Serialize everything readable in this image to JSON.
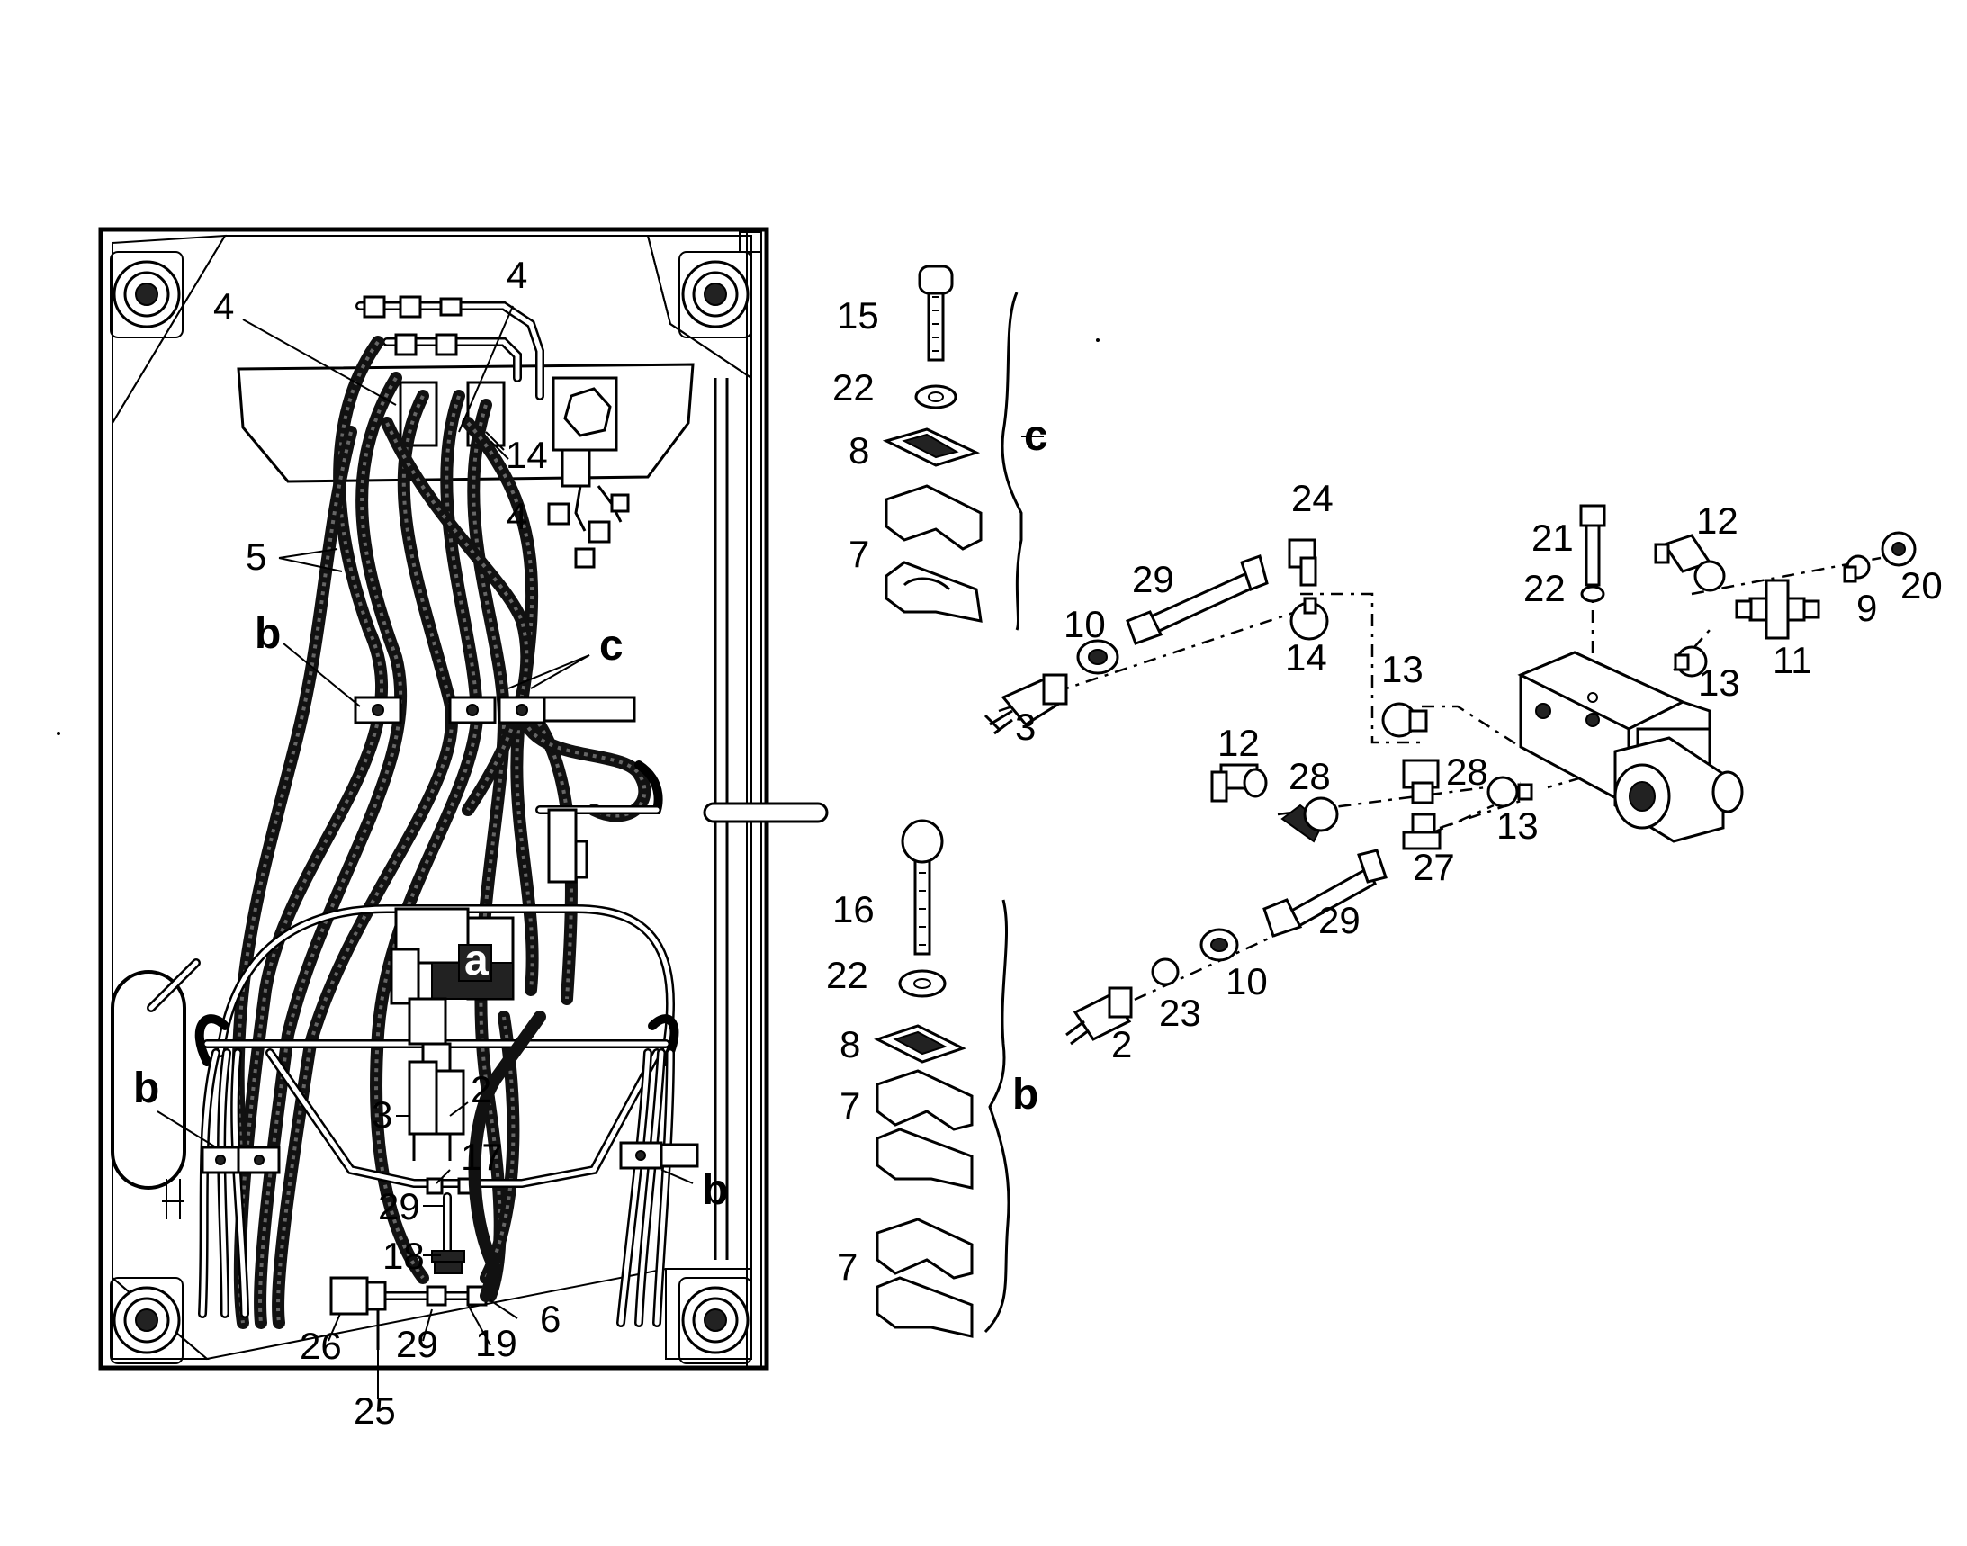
{
  "diagram": {
    "panel_labels": {
      "p4_left": "4",
      "p4_top": "4",
      "p14": "14",
      "p4_right": "4",
      "p5": "5",
      "b_upper": "b",
      "c_upper": "c",
      "b_left": "b",
      "a": "a",
      "p2": "2",
      "p3": "3",
      "p17": "17",
      "p29_upper": "29",
      "p18": "18",
      "b_right": "b",
      "p26": "26",
      "p29_lower": "29",
      "p19": "19",
      "p6": "6",
      "p25": "25"
    },
    "clamp_c_labels": {
      "p15": "15",
      "p22": "22",
      "p8": "8",
      "p7": "7",
      "group": "c"
    },
    "clamp_b_labels": {
      "p16": "16",
      "p22": "22",
      "p8": "8",
      "p7a": "7",
      "p7b": "7",
      "group": "b"
    },
    "valve_labels": {
      "p24": "24",
      "p29_top": "29",
      "p10_top": "10",
      "p3": "3",
      "p14": "14",
      "p13_top": "13",
      "p21": "21",
      "p22": "22",
      "p12_top": "12",
      "p20": "20",
      "p9": "9",
      "p11": "11",
      "p13_right": "13",
      "p12_mid": "12",
      "p28_left": "28",
      "p28_right": "28",
      "p13_bottom": "13",
      "p27": "27",
      "p29_bottom": "29",
      "p10_bottom": "10",
      "p23": "23",
      "p2": "2"
    }
  }
}
